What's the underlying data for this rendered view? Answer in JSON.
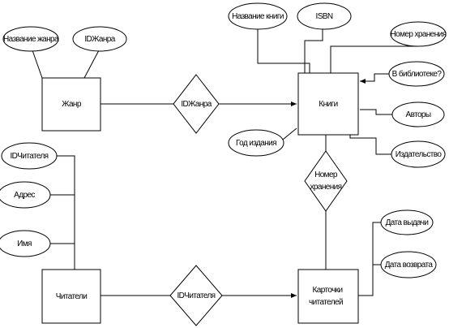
{
  "entities": {
    "genre": "Жанр",
    "books": "Книги",
    "readers": "Читатели",
    "cards": [
      "Карточки",
      "читателей"
    ]
  },
  "relationships": {
    "genre_books": "IDЖанра",
    "books_cards": [
      "Номер",
      "хранения"
    ],
    "readers_cards": "IDЧитателя"
  },
  "attributes": {
    "genre_name": "Название жанра",
    "genre_id": "IDЖанра",
    "book_title": "Название книги",
    "isbn": "ISBN",
    "storage_number": "Номер хранения",
    "in_library": "В библиотеке?",
    "authors": "Авторы",
    "publisher": "Издательство",
    "year": "Год издания",
    "reader_id": "IDЧитателя",
    "address": "Адрес",
    "name": "Имя",
    "issue_date": "Дата выдачи",
    "return_date": "Дата возврата"
  }
}
